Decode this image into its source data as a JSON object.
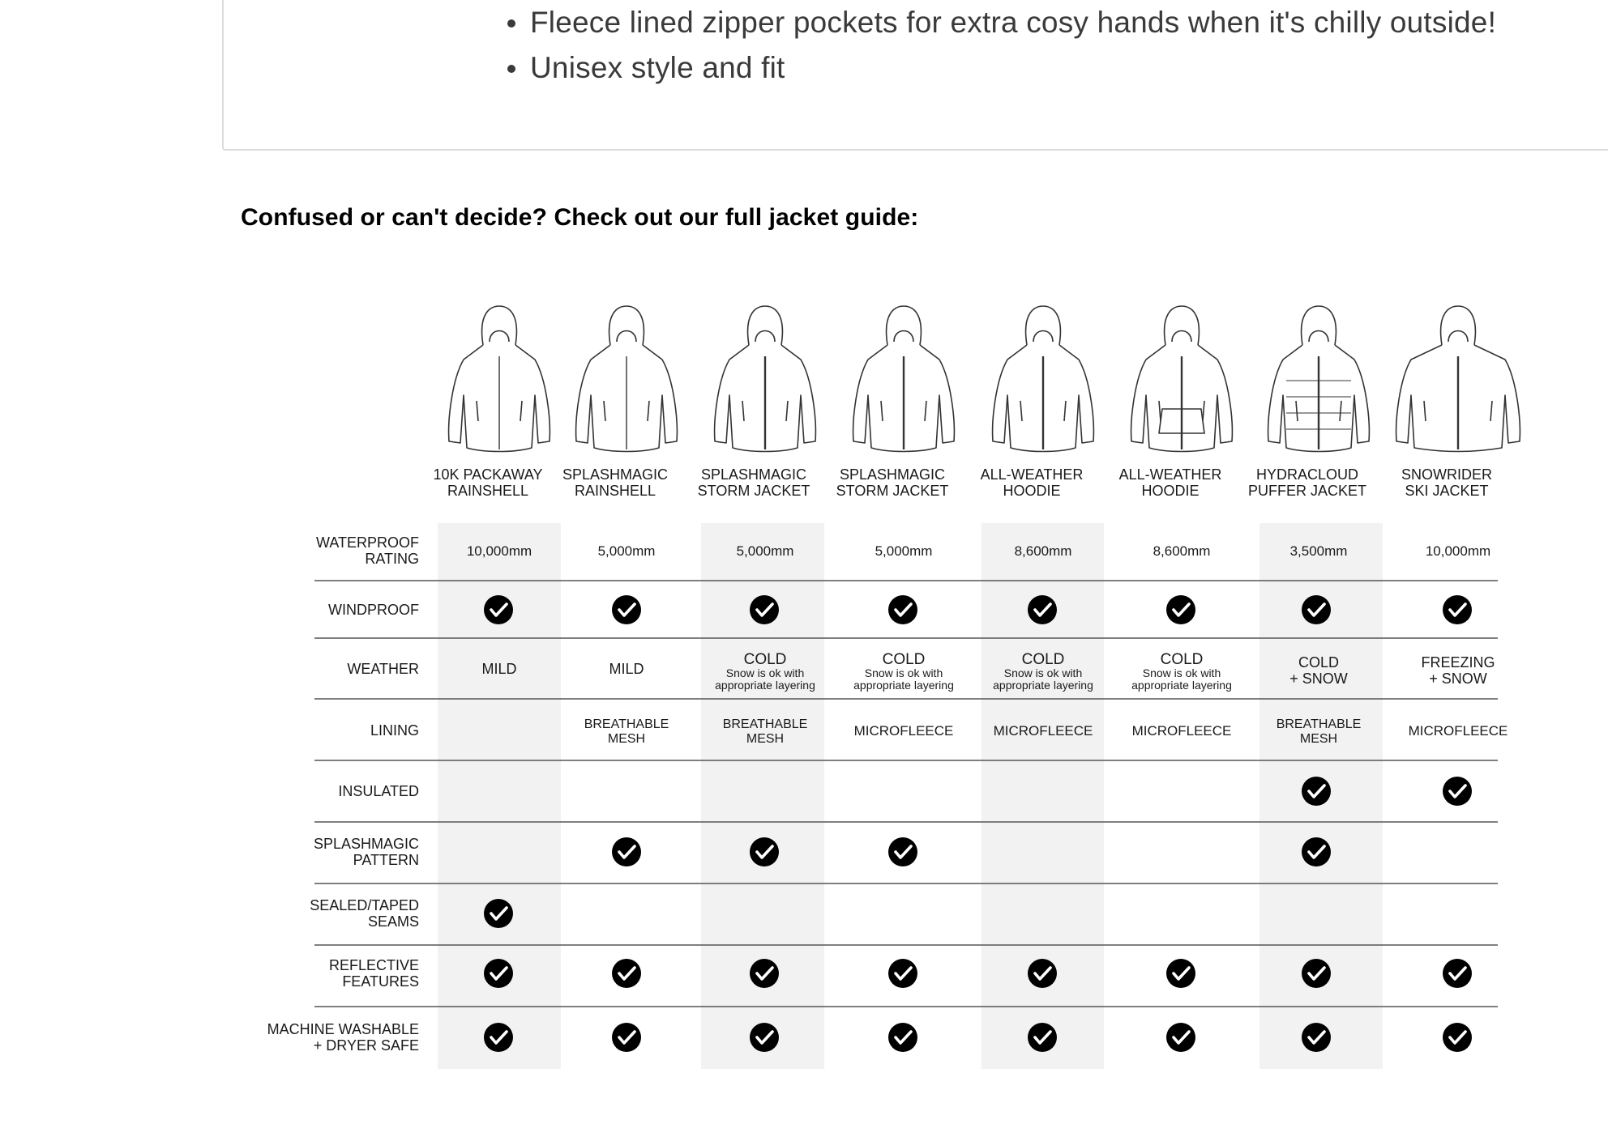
{
  "description": {
    "features": [
      "Fleece lined zipper pockets for extra cosy hands when it's chilly outside!",
      "Unisex style and fit"
    ]
  },
  "guide": {
    "heading": "Confused or can't decide? Check out our full jacket guide:"
  },
  "chart_data": {
    "type": "table",
    "columns": [
      {
        "line1": "10K PACKAWAY",
        "line2": "RAINSHELL"
      },
      {
        "line1": "SPLASHMAGIC",
        "line2": "RAINSHELL"
      },
      {
        "line1": "SPLASHMAGIC",
        "line2": "STORM JACKET"
      },
      {
        "line1": "SPLASHMAGIC",
        "line2": "STORM JACKET"
      },
      {
        "line1": "ALL-WEATHER",
        "line2": "HOODIE"
      },
      {
        "line1": "ALL-WEATHER",
        "line2": "HOODIE"
      },
      {
        "line1": "HYDRACLOUD",
        "line2": "PUFFER JACKET"
      },
      {
        "line1": "SNOWRIDER",
        "line2": "SKI JACKET"
      }
    ],
    "rows": [
      {
        "label": [
          "WATERPROOF",
          "RATING"
        ],
        "kind": "text",
        "cells": [
          [
            "10,000mm"
          ],
          [
            "5,000mm"
          ],
          [
            "5,000mm"
          ],
          [
            "5,000mm"
          ],
          [
            "8,600mm"
          ],
          [
            "8,600mm"
          ],
          [
            "3,500mm"
          ],
          [
            "10,000mm"
          ]
        ]
      },
      {
        "label": [
          "WINDPROOF"
        ],
        "kind": "check",
        "cells": [
          true,
          true,
          true,
          true,
          true,
          true,
          true,
          true
        ]
      },
      {
        "label": [
          "WEATHER"
        ],
        "kind": "weather",
        "cells": [
          {
            "main": [
              "MILD"
            ]
          },
          {
            "main": [
              "MILD"
            ]
          },
          {
            "main": [
              "COLD"
            ],
            "note": [
              "Snow is ok with",
              "appropriate layering"
            ]
          },
          {
            "main": [
              "COLD"
            ],
            "note": [
              "Snow is ok with",
              "appropriate layering"
            ]
          },
          {
            "main": [
              "COLD"
            ],
            "note": [
              "Snow is ok with",
              "appropriate layering"
            ]
          },
          {
            "main": [
              "COLD"
            ],
            "note": [
              "Snow is ok with",
              "appropriate layering"
            ]
          },
          {
            "main": [
              "COLD",
              "+ SNOW"
            ]
          },
          {
            "main": [
              "FREEZING",
              "+ SNOW"
            ]
          }
        ]
      },
      {
        "label": [
          "LINING"
        ],
        "kind": "text",
        "cells": [
          [],
          [
            "BREATHABLE",
            "MESH"
          ],
          [
            "BREATHABLE",
            "MESH"
          ],
          [
            "MICROFLEECE"
          ],
          [
            "MICROFLEECE"
          ],
          [
            "MICROFLEECE"
          ],
          [
            "BREATHABLE",
            "MESH"
          ],
          [
            "MICROFLEECE"
          ]
        ]
      },
      {
        "label": [
          "INSULATED"
        ],
        "kind": "check",
        "cells": [
          false,
          false,
          false,
          false,
          false,
          false,
          true,
          true
        ]
      },
      {
        "label": [
          "SPLASHMAGIC",
          "PATTERN"
        ],
        "kind": "check",
        "cells": [
          false,
          true,
          true,
          true,
          false,
          false,
          true,
          false
        ]
      },
      {
        "label": [
          "SEALED/TAPED",
          "SEAMS"
        ],
        "kind": "check",
        "cells": [
          true,
          false,
          false,
          false,
          false,
          false,
          false,
          false
        ]
      },
      {
        "label": [
          "REFLECTIVE",
          "FEATURES"
        ],
        "kind": "check",
        "cells": [
          true,
          true,
          true,
          true,
          true,
          true,
          true,
          true
        ]
      },
      {
        "label": [
          "MACHINE WASHABLE",
          "+ DRYER SAFE"
        ],
        "kind": "check",
        "cells": [
          true,
          true,
          true,
          true,
          true,
          true,
          true,
          true
        ]
      }
    ],
    "shaded_columns": [
      0,
      2,
      4,
      6
    ],
    "colors": {
      "shade": "#f2f2f2",
      "rule": "#555555",
      "check": "#000000",
      "jacket_line": "#333333"
    },
    "icons": [
      "jacket-illustration",
      "checkmark-icon"
    ]
  }
}
